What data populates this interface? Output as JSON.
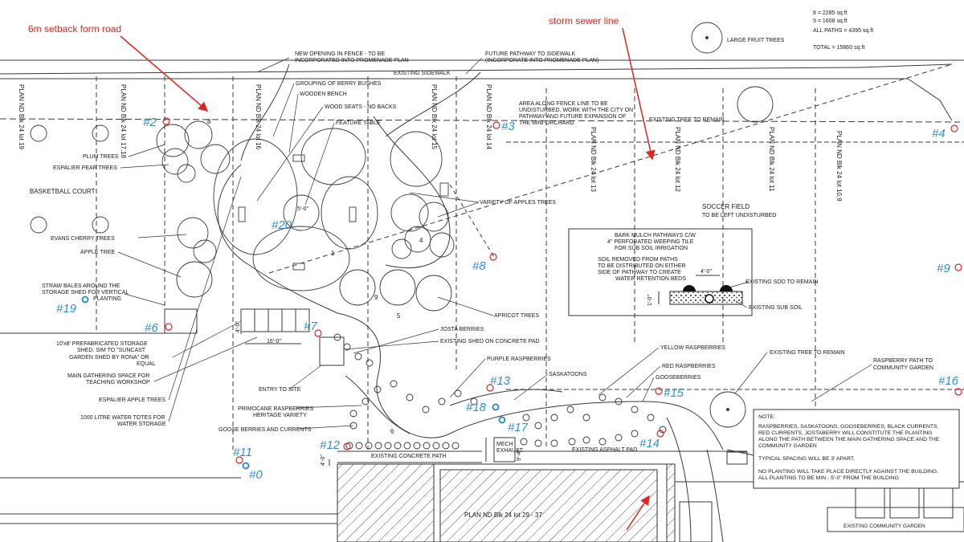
{
  "colors": {
    "marker": "#2e8fd6",
    "annotation": "#e0241f",
    "line": "#3a3a3a"
  },
  "annotations": {
    "setback": "6m setback form road",
    "sewer": "storm sewer line"
  },
  "areas": {
    "line1": "8 = 2285 sq.ft",
    "line2": "9 = 1608 sq.ft",
    "all_paths": "ALL PATHS = 4395 sq.ft",
    "total": "TOTAL = 15860 sq.ft"
  },
  "top": {
    "large_fruit": "LARGE FRUIT TREES",
    "new_opening_1": "NEW OPENING IN FENCE - TO BE",
    "new_opening_2": "INCORPORATED INTO PROMENADE PLAN",
    "future_path_1": "FUTURE PATHWAY TO SIDEWALK",
    "future_path_2": "(INCORPORATE INTO PROMENADE PLAN)",
    "sidewalk": "EXISTING SIDEWALK",
    "berry_bushes": "GROUPING OF BERRY BUSHES",
    "wooden_bench": "WOODEN BENCH",
    "wood_seats": "WOOD SEATS - NO BACKS",
    "feature_table": "FEATURE TABLE",
    "fence_1": "AREA ALONG FENCE LINE TO BE",
    "fence_2": "UNDISTURBED.  WORK WITH THE CITY ON",
    "fence_3": "PATHWAY AND FUTURE EXPANSION OF",
    "fence_4": "THE MINI-ORCHARD",
    "tree_remain": "EXISTING TREE TO REMAIN"
  },
  "lots": {
    "lot19": "PLAN ND Blk 24 lot 19",
    "lot17": "PLAN ND Blk 24 lot 17,18",
    "lot16": "PLAN ND Blk 24 lot 16",
    "lot15": "PLAN ND Blk 24 lot 15",
    "lot14": "PLAN ND Blk 24 lot 14",
    "lot13": "PLAN ND Blk 24 lot 13",
    "lot12": "PLAN ND Blk 24 lot 12",
    "lot11": "PLAN ND Blk 24 lot 11",
    "lot10": "PLAN ND Blk 24 lot 10,9",
    "lot29": "PLAN ND Blk 24 lot 29 - 37"
  },
  "left": {
    "plum": "PLUM TREES",
    "espalier_pear": "ESPALIER PEAR TREES",
    "basketball": "BASKETBALL COURT",
    "cherry": "EVANS CHERRY TREES",
    "apple": "APPLE TREE",
    "straw_1": "STRAW BALES AROUND THE",
    "straw_2": "STORAGE SHED FOR VERTICAL",
    "straw_3": "PLANTING",
    "storage_1": "10'x8' PREFABRICATED STORAGE",
    "storage_2": "SHED.  SIM TO \"SUNCAST",
    "storage_3": "GARDEN SHED BY RONA\" OR",
    "storage_4": "EQUAL",
    "gathering_1": "MAIN GATHERING SPACE FOR",
    "gathering_2": "TEACHING WORKSHOP",
    "espalier_apple": "ESPALIER APPLE TREES",
    "totes_1": "1000 LITRE WATER TOTES FOR",
    "totes_2": "WATER STORAGE",
    "goose_curr": "GOOSE BERRIES AND CURRENTS"
  },
  "middle": {
    "apples_variety": "VARIETY OF APPLES TREES",
    "apricot": "APRICOT TREES",
    "josta": "JOSTA BERRIES",
    "shed_pad": "EXISTING SHED ON CONCRETE PAD",
    "purple": "PURPLE RASPBERRIES",
    "saskatoons": "SASKATOONS",
    "yellow": "YELLOW RASPBERRIES",
    "red_rasp": "RED RASPBERRIES",
    "gooseberries": "GOOSEBERRIES",
    "entry": "ENTRY TO SITE",
    "primocane_1": "PRIMOCANE RASPBERRIES",
    "primocane_2": "HERITAGE VARIETY",
    "concrete_path": "EXISTING CONCRETE PATH",
    "mech_1": "MECH",
    "mech_2": "EXHAUST",
    "asphalt": "EXISTING ASPHALT PAD"
  },
  "right": {
    "soccer_1": "SOCCER FIELD",
    "soccer_2": "TO BE LEFT UNDISTURBED",
    "tree_remain2": "EXISTING TREE TO REMAIN",
    "rasp_path_1": "RASPBERRY PATH TO",
    "rasp_path_2": "COMMUNITY GARDEN",
    "community": "EXISTING COMMUNITY GARDEN"
  },
  "detail": {
    "bark_1": "BARK MULCH PATHWAYS C/W",
    "bark_2": "4\" PERFORATED WEEPING TILE",
    "bark_3": "FOR SUB SOIL IRRIGATION",
    "soil_1": "SOIL REMOVED FROM PATHS",
    "soil_2": "TO BE DISTRIBUTED ON EITHER",
    "soil_3": "SIDE OF PATHWAY TO CREATE",
    "soil_4": "WATER RETENTION BEDS",
    "sod": "EXISTING SOD TO REMAIN",
    "subsoil": "EXISTING SUB SOIL",
    "dim_w": "4'-0\"",
    "dim_h": "1'-0\""
  },
  "dims": {
    "d5": "5'-0\"",
    "d16": "16'-0\"",
    "d4a": "4'-0\"",
    "d4b": "4'-0\"",
    "d94": "9'-4\""
  },
  "bed_numbers": {
    "n1": "1",
    "n4": "4",
    "n5": "5",
    "n6": "6",
    "n8": "8",
    "n9": "9"
  },
  "notes": {
    "title": "NOTE:",
    "l1": "RASPBERRIES, SASKATOONS, GOOSEBERRIES, BLACK CURRENTS,",
    "l2": "RED CURRENTS, JOSTABERRY WILL CONSTITUTE THE PLANTING",
    "l3": "ALONG THE PATH BETWEEN THE MAIN GATHERING SPACE AND THE",
    "l4": "COMMUNITY GARDEN",
    "l5": "TYPICAL SPACING WILL BE 3' APART.",
    "l6": "NO PLANTING WILL TAKE PLACE DIRECTLY AGAINST THE BUILDING.",
    "l7": "ALL PLANTING TO BE MIN - 5'-0\" FROM THE BUILDING"
  },
  "markers": {
    "m0": "#0",
    "m2": "#2",
    "m3": "#3",
    "m4": "#4",
    "m6": "#6",
    "m7": "#7",
    "m8": "#8",
    "m9": "#9",
    "m11": "#11",
    "m12": "#12",
    "m13": "#13",
    "m14": "#14",
    "m15": "#15",
    "m16": "#16",
    "m17": "#17",
    "m18": "#18",
    "m19": "#19",
    "m20": "#20"
  }
}
